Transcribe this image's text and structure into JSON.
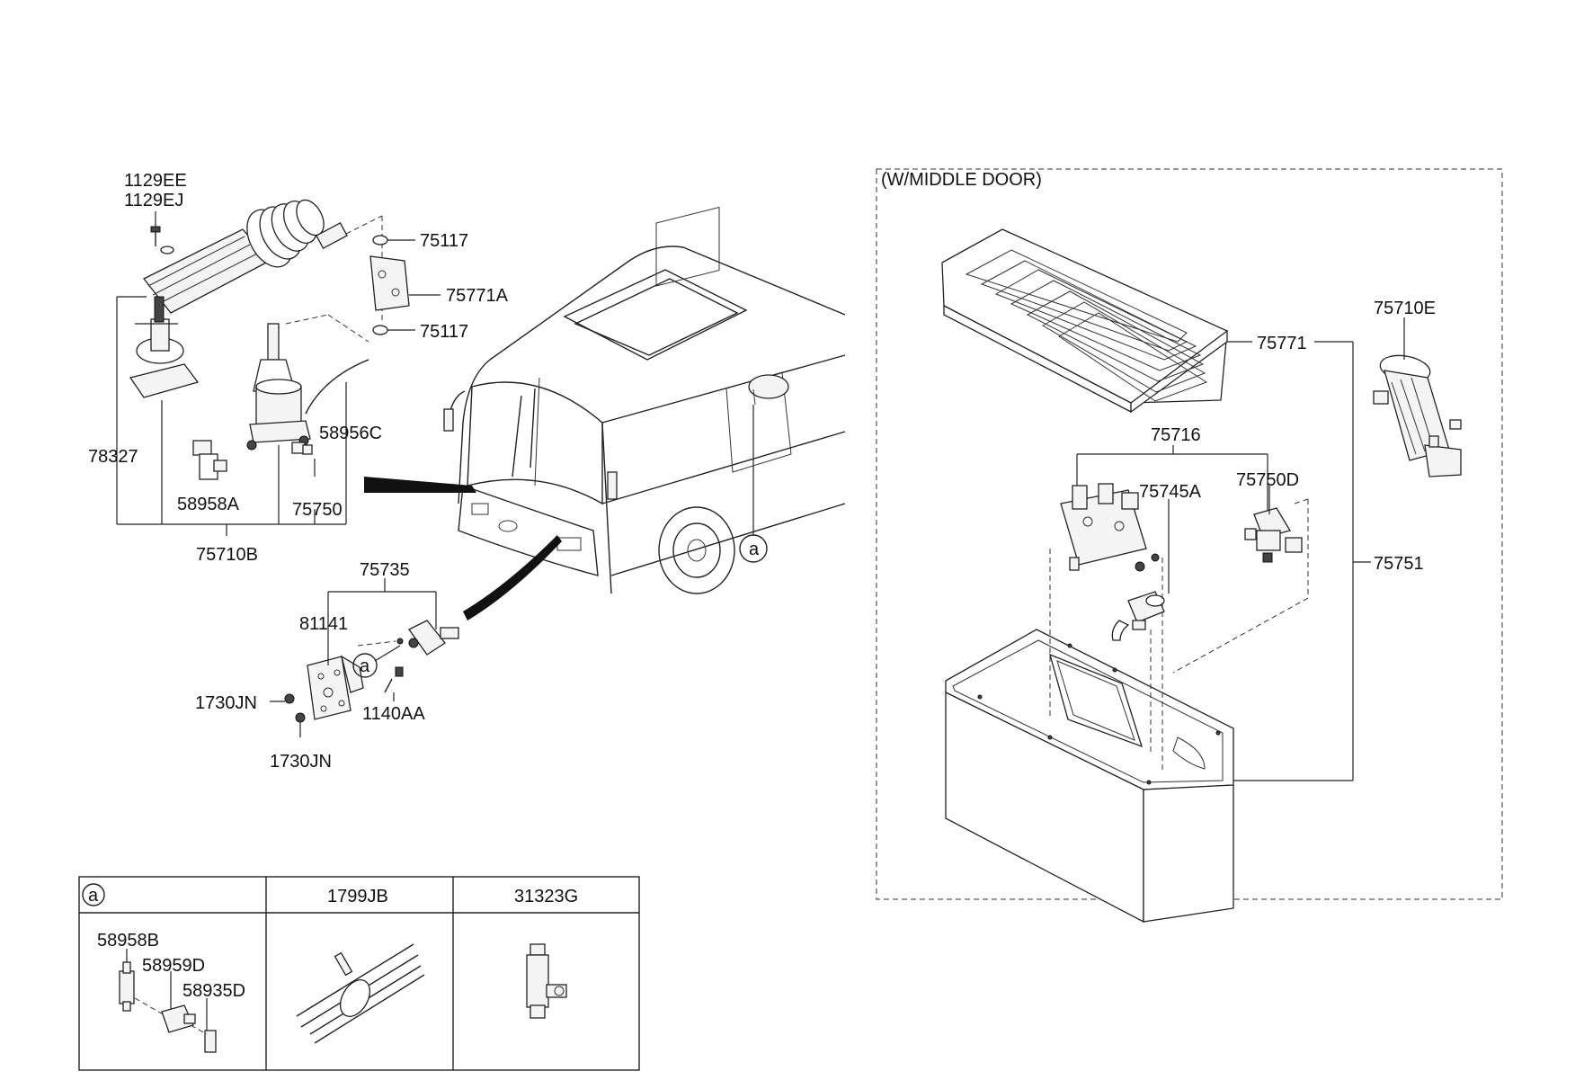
{
  "labels": {
    "p1129EE": "1129EE",
    "p1129EJ": "1129EJ",
    "p75117a": "75117",
    "p75771A": "75771A",
    "p75117b": "75117",
    "p58956C": "58956C",
    "p78327": "78327",
    "p58958A": "58958A",
    "p75750": "75750",
    "p75710B": "75710B",
    "p75735": "75735",
    "p81141": "81141",
    "p1730JN_a": "1730JN",
    "p1140AA": "1140AA",
    "p1730JN_b": "1730JN",
    "callout_a_main": "a",
    "callout_a_bus": "a"
  },
  "middle_door": {
    "title": "(W/MIDDLE DOOR)",
    "p75771": "75771",
    "p75710E": "75710E",
    "p75716": "75716",
    "p75745A": "75745A",
    "p75750D": "75750D",
    "p75751": "75751"
  },
  "table": {
    "headers": [
      "a",
      "1799JB",
      "31323G"
    ],
    "cell_a_parts": [
      "58958B",
      "58959D",
      "58935D"
    ]
  }
}
